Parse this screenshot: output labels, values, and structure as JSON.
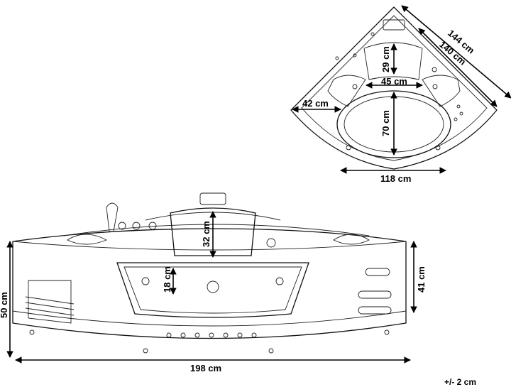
{
  "top_view": {
    "outer_diagonal": "144 cm",
    "inner_diagonal": "140 cm",
    "headrest_depth": "29 cm",
    "headrest_width": "45 cm",
    "seat_depth": "42 cm",
    "basin_length": "70 cm",
    "basin_width": "118 cm"
  },
  "front_view": {
    "total_height": "50 cm",
    "skirt_height": "41 cm",
    "headrest_height": "32 cm",
    "window_height": "18 cm",
    "total_width": "198 cm"
  },
  "tolerance": "+/- 2 cm"
}
